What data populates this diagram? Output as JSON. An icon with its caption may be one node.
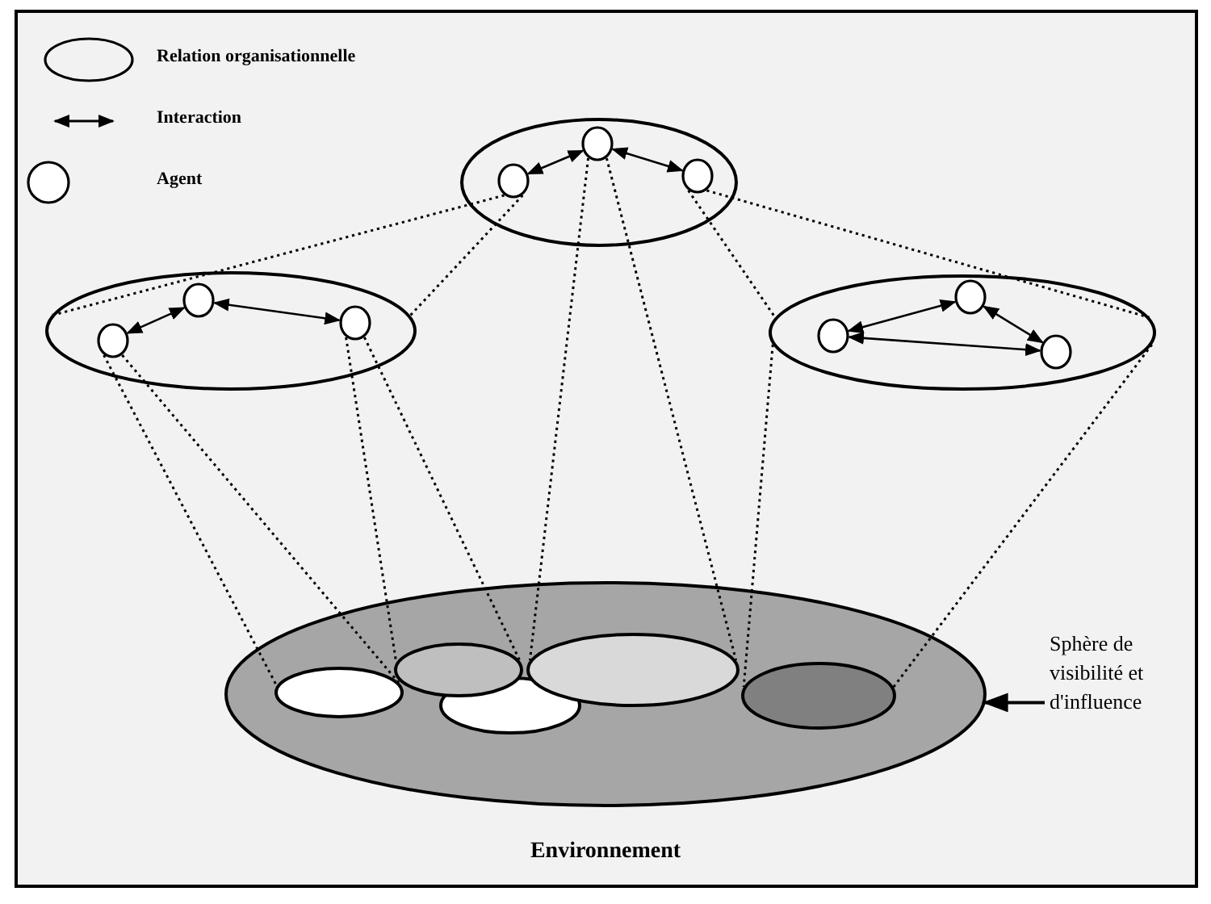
{
  "diagram": {
    "nodes": [
      {
        "text": [],
        "shape": "ellipse"
      },
      {
        "text": [],
        "shape": "circle",
        "in": 0
      },
      {
        "text": [],
        "shape": "circle",
        "in": 0
      },
      {
        "text": [],
        "shape": "circle",
        "in": 0
      },
      {
        "text": [],
        "shape": "ellipse"
      },
      {
        "text": [],
        "shape": "circle",
        "in": 4
      },
      {
        "text": [],
        "shape": "circle",
        "in": 4
      },
      {
        "text": [],
        "shape": "circle",
        "in": 4
      },
      {
        "text": [],
        "shape": "ellipse"
      },
      {
        "text": [],
        "shape": "circle",
        "in": 8
      },
      {
        "text": [],
        "shape": "circle",
        "in": 8
      },
      {
        "text": [],
        "shape": "circle",
        "in": 8
      },
      {
        "text": [],
        "shape": "ellipse"
      },
      {
        "text": [],
        "shape": "ellipse",
        "in": 12
      },
      {
        "text": [],
        "shape": "ellipse",
        "in": 12
      },
      {
        "text": [],
        "shape": "ellipse",
        "in": 12
      },
      {
        "text": [],
        "shape": "ellipse",
        "in": 12
      },
      {
        "text": [],
        "shape": "ellipse",
        "in": 12
      },
      {
        "text": [
          "Sphère de visibilité et d'influence"
        ]
      }
    ],
    "edges": [
      {
        "from": 1,
        "to": 2,
        "arrow": "both"
      },
      {
        "from": 2,
        "to": 3,
        "arrow": "both"
      },
      {
        "from": 5,
        "to": 6,
        "arrow": "both"
      },
      {
        "from": 6,
        "to": 7,
        "arrow": "both"
      },
      {
        "from": 9,
        "to": 10,
        "arrow": "both"
      },
      {
        "from": 10,
        "to": 11,
        "arrow": "both"
      },
      {
        "from": 9,
        "to": 11,
        "arrow": "both"
      },
      {
        "from": 1,
        "to": 4,
        "arrow": "none",
        "style": "dashed"
      },
      {
        "from": 1,
        "to": 4,
        "arrow": "none",
        "style": "dashed"
      },
      {
        "from": 3,
        "to": 8,
        "arrow": "none",
        "style": "dashed"
      },
      {
        "from": 3,
        "to": 8,
        "arrow": "none",
        "style": "dashed"
      },
      {
        "from": 5,
        "to": 13,
        "arrow": "none",
        "style": "dashed"
      },
      {
        "from": 5,
        "to": 13,
        "arrow": "none",
        "style": "dashed"
      },
      {
        "from": 7,
        "to": 14,
        "arrow": "none",
        "style": "dashed"
      },
      {
        "from": 7,
        "to": 14,
        "arrow": "none",
        "style": "dashed"
      },
      {
        "from": 2,
        "to": 16,
        "arrow": "none",
        "style": "dashed"
      },
      {
        "from": 2,
        "to": 16,
        "arrow": "none",
        "style": "dashed"
      },
      {
        "from": 8,
        "to": 17,
        "arrow": "none",
        "style": "dashed"
      },
      {
        "from": 8,
        "to": 17,
        "arrow": "none",
        "style": "dashed"
      },
      {
        "from": 18,
        "to": 12,
        "arrow": "to"
      }
    ],
    "labels": [
      "Environnement"
    ],
    "legend": [
      {
        "text": "Relation organisationnelle"
      },
      {
        "text": "Interaction"
      },
      {
        "text": "Agent"
      }
    ]
  }
}
